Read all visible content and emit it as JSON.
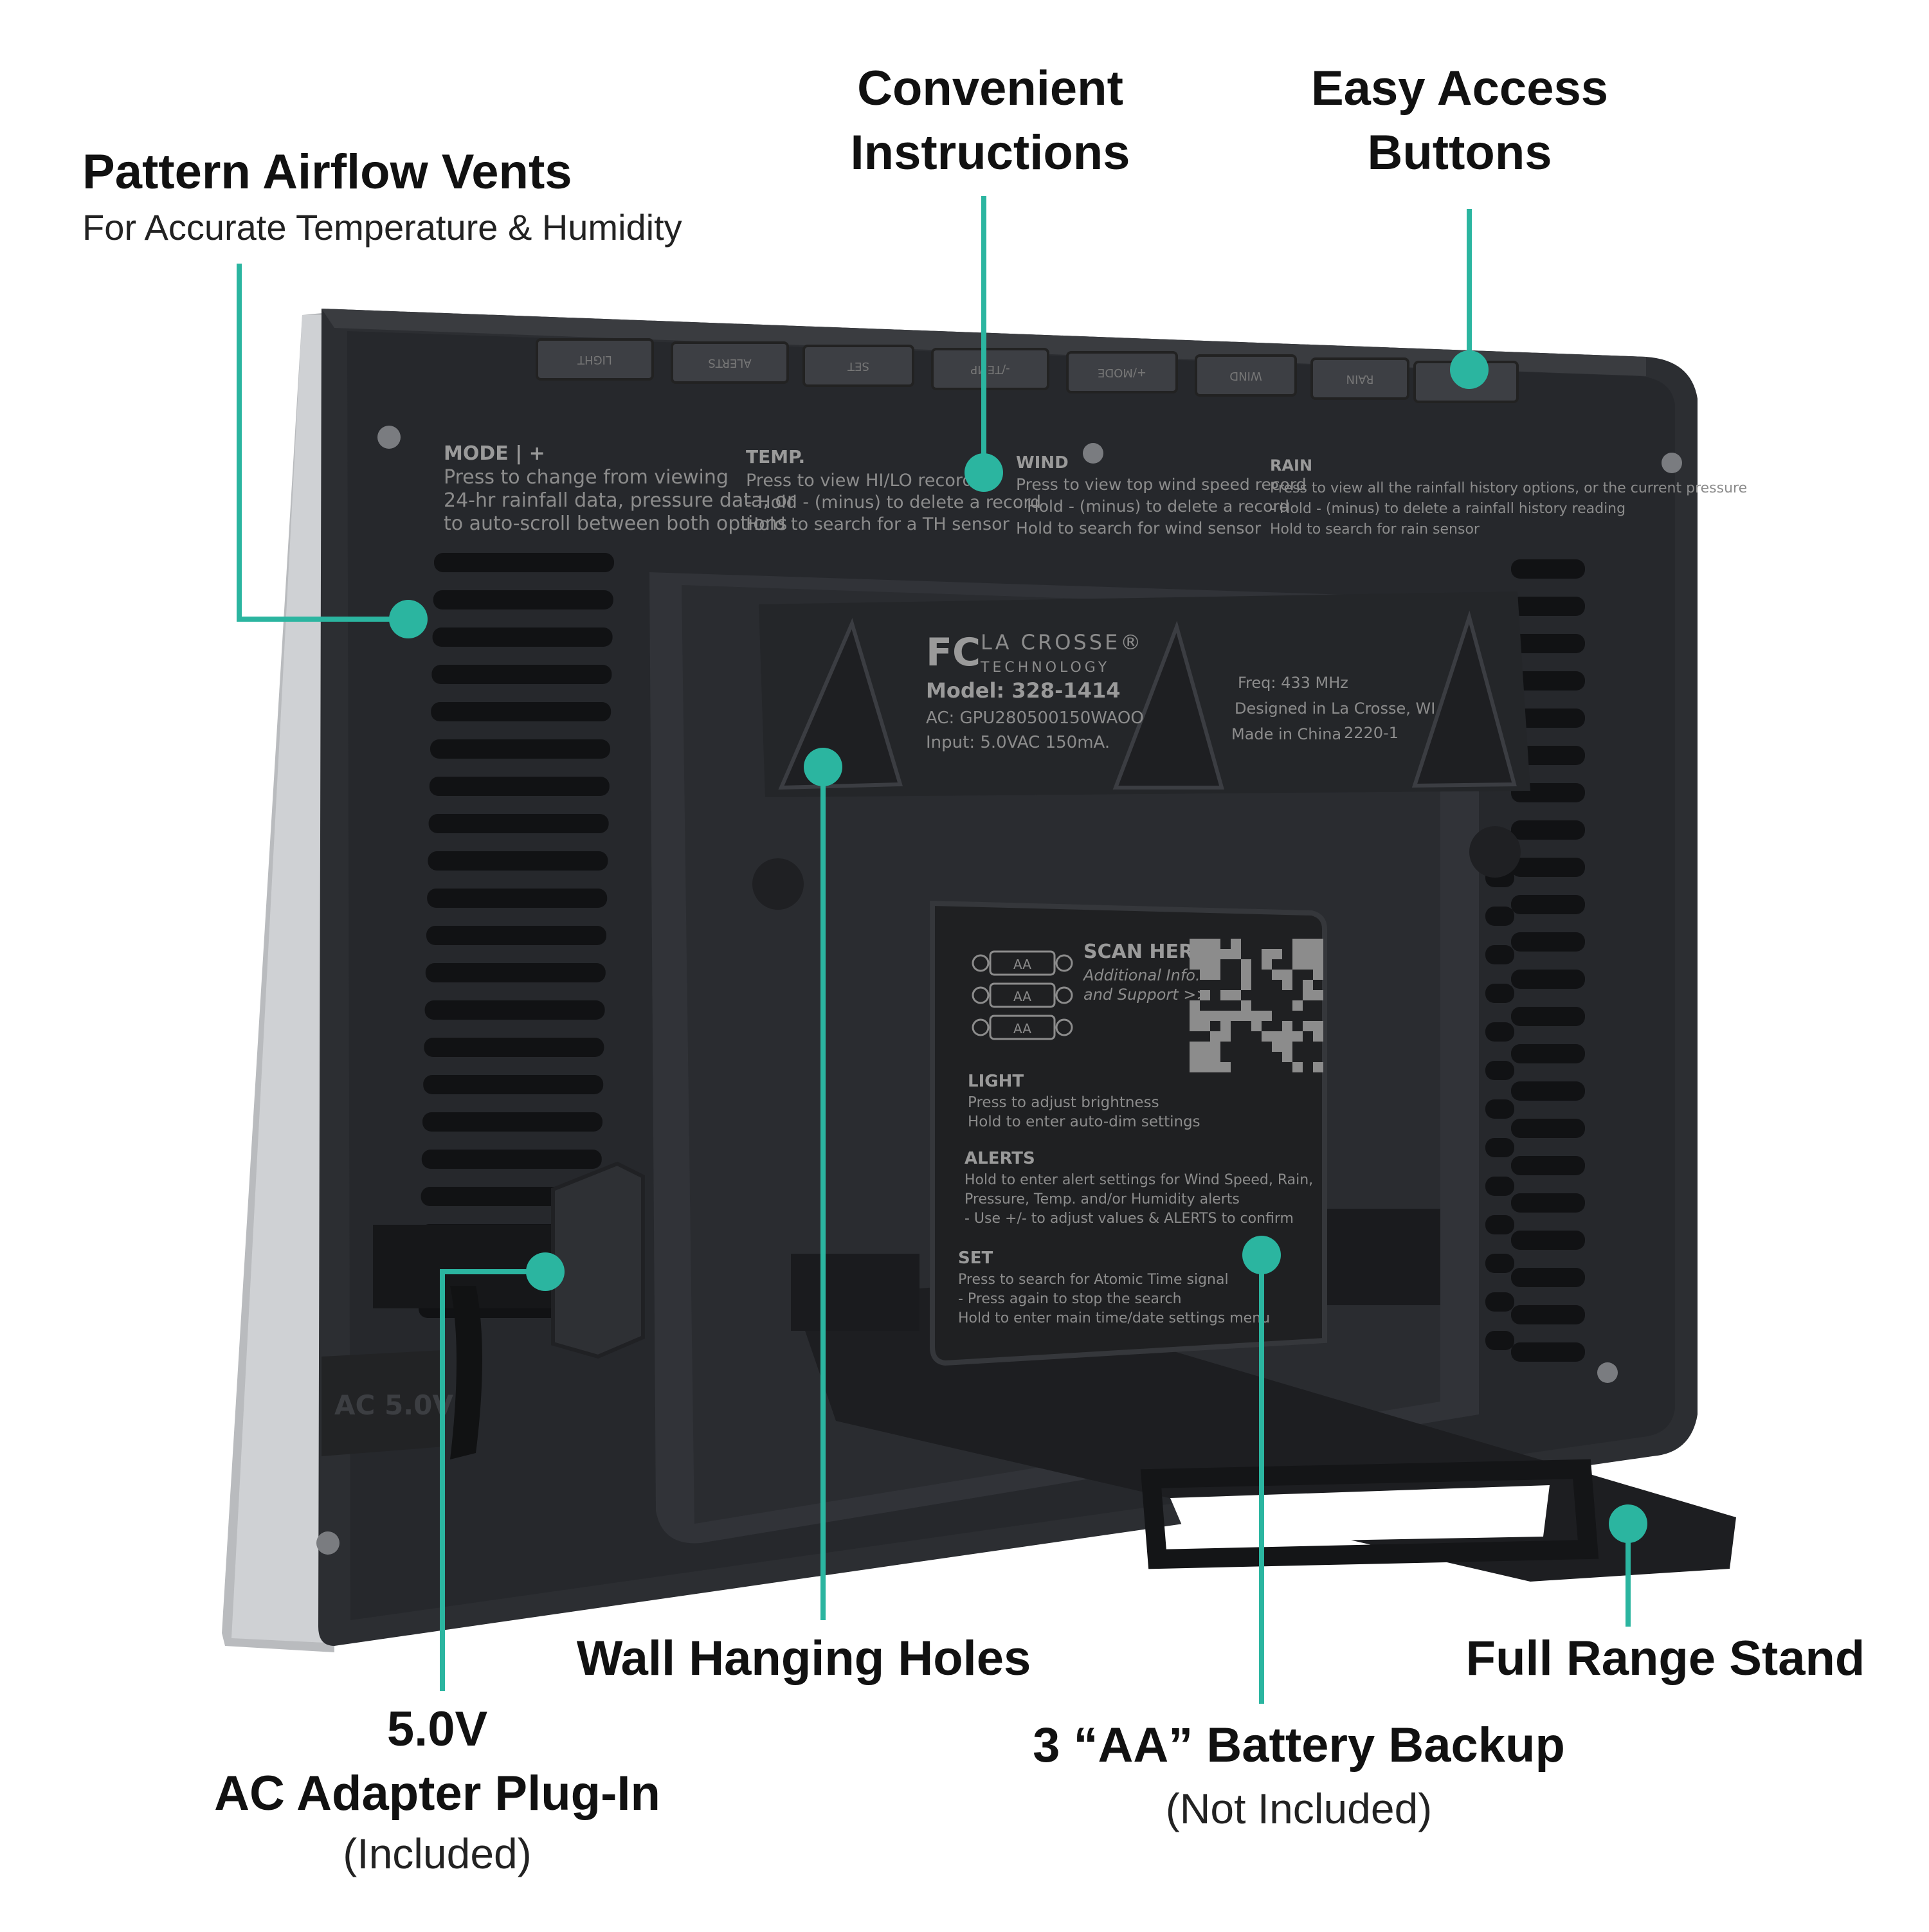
{
  "accent_color": "#2bb5a0",
  "callouts": {
    "vents": {
      "title": "Pattern Airflow Vents",
      "sub": "For Accurate Temperature & Humidity"
    },
    "instructions": {
      "line1": "Convenient",
      "line2": "Instructions"
    },
    "buttons": {
      "line1": "Easy Access",
      "line2": "Buttons"
    },
    "holes": {
      "title": "Wall Hanging Holes"
    },
    "stand": {
      "title": "Full Range Stand"
    },
    "adapter": {
      "line1": "5.0V",
      "line2": "AC Adapter Plug-In",
      "sub": "(Included)"
    },
    "battery": {
      "title": "3 “AA” Battery Backup",
      "sub": "(Not Included)"
    }
  },
  "device": {
    "top_buttons": [
      "LIGHT",
      "ALERTS",
      "SET",
      "-/TEMP",
      "+/MODE",
      "WIND",
      "RAIN",
      ""
    ],
    "mode": {
      "heading": "MODE | +",
      "lines": [
        "Press to change from viewing",
        "24-hr rainfall data, pressure data, or",
        "to auto-scroll between both options"
      ]
    },
    "temp": {
      "heading": "TEMP.",
      "lines": [
        "Press to view HI/LO records",
        "- Hold - (minus) to delete a record",
        "Hold to search for a TH sensor"
      ]
    },
    "wind": {
      "heading": "WIND",
      "lines": [
        "Press to view top wind speed record",
        "- Hold - (minus) to delete a record",
        "Hold to search for wind sensor"
      ]
    },
    "rain": {
      "heading": "RAIN",
      "lines": [
        "Press to view all the rainfall history options, or the current pressure",
        "- Hold - (minus) to delete a rainfall history reading",
        "Hold to search for rain sensor"
      ]
    },
    "label": {
      "brand": "LA CROSSE®",
      "brand_sub": "TECHNOLOGY",
      "fcc": "FC",
      "model": "Model: 328-1414",
      "ac": "AC: GPU280500150WAOO",
      "input": "Input: 5.0VAC 150mA.",
      "freq": "Freq: 433 MHz",
      "designed": "Designed in La Crosse, WI",
      "made": "Made in China",
      "code": "2220-1"
    },
    "battery_door": {
      "aa": [
        "AA",
        "AA",
        "AA"
      ],
      "scan": "SCAN HERE",
      "scan_sub1": "Additional Info.",
      "scan_sub2": "and Support >>",
      "light_heading": "LIGHT",
      "light_lines": [
        "Press to adjust brightness",
        "Hold to enter auto-dim settings"
      ],
      "alerts_heading": "ALERTS",
      "alerts_lines": [
        "Hold to enter alert settings for Wind Speed, Rain,",
        "Pressure, Temp. and/or Humidity alerts",
        "- Use +/- to adjust values & ALERTS to confirm"
      ],
      "set_heading": "SET",
      "set_lines": [
        "Press to search for Atomic Time signal",
        "- Press again to stop the search",
        "Hold to enter main time/date settings menu"
      ]
    },
    "ac_port_label": "AC 5.0V"
  }
}
